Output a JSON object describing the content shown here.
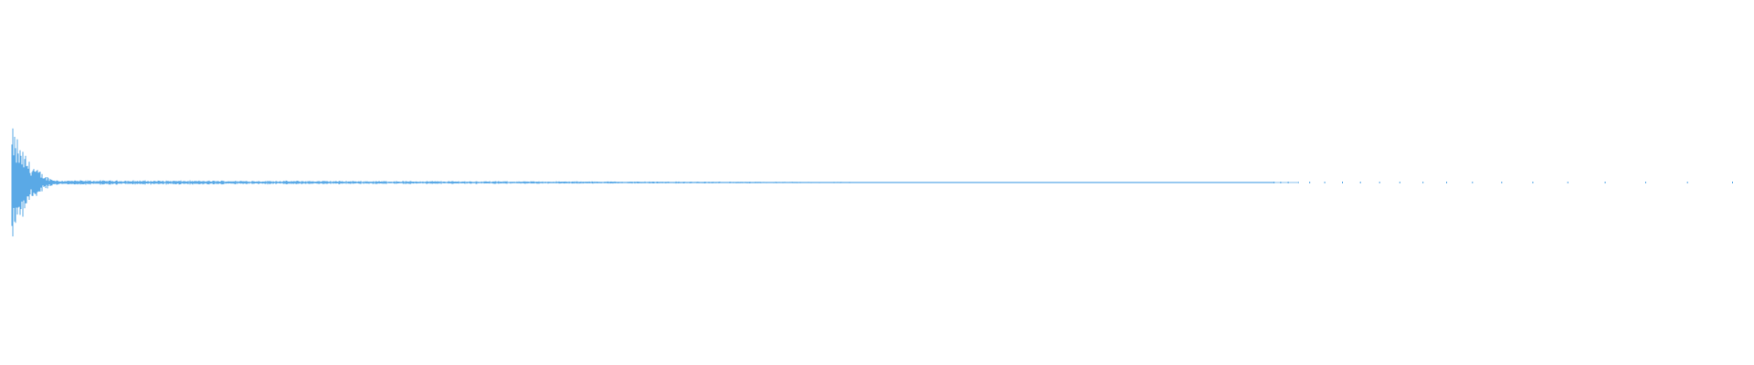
{
  "waveform": {
    "color": "#5aa9e6",
    "background": "#ffffff",
    "envelope": {
      "peak_amplitude": 1.0,
      "attack_fraction": 0.0,
      "initial_decay_fraction": 0.03,
      "sustain_amplitude": 0.04,
      "tail_start_fraction": 0.5,
      "tail_amplitude": 0.01,
      "sparse_start_fraction": 0.73,
      "end_fraction": 1.0
    }
  }
}
